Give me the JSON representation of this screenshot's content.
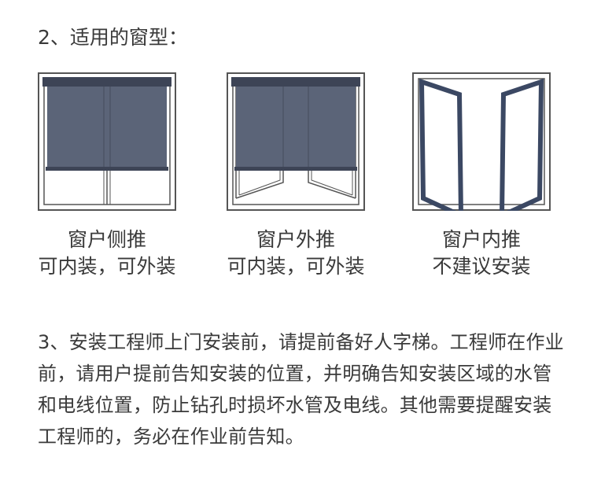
{
  "section2": {
    "heading": "2、适用的窗型："
  },
  "windows": [
    {
      "title": "窗户侧推",
      "note": "可内装，可外装"
    },
    {
      "title": "窗户外推",
      "note": "可内装，可外装"
    },
    {
      "title": "窗户内推",
      "note": "不建议安装"
    }
  ],
  "section3": {
    "lines": [
      "3、安装工程师上门安装前，请提前备好人字梯。工程师在作业",
      "前，请用户提前告知安装的位置，并明确告知安装区域的水管",
      "和电线位置，防止钻孔时损坏水管及电线。其他需要提醒安装",
      "工程师的，务必在作业前告知。"
    ]
  },
  "colors": {
    "frame": "#555555",
    "blind": "#5b6478",
    "rail": "#3d4456",
    "sash": "#3b4863",
    "text": "#3a3a3a"
  }
}
